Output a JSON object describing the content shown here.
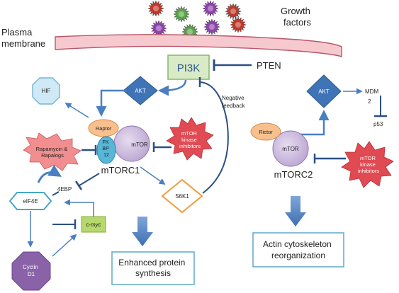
{
  "labels": {
    "growth_factors": [
      "Growth",
      "factors"
    ],
    "plasma_membrane": [
      "Plasma",
      "membrane"
    ],
    "pi3k": "PI3K",
    "pten": "PTEN",
    "akt_left": "AKT",
    "akt_right": "AKT",
    "hif": "HIF",
    "negative_feedback": [
      "Negative",
      "feedback"
    ],
    "raptor": "Raptor",
    "mtor_left": "mTOR",
    "fkbp12": [
      "FK",
      "BP",
      "12"
    ],
    "mtorc1": "mTORC1",
    "mtor_inhibitors_left": [
      "mTOR",
      "kinase",
      "inhibitors"
    ],
    "rapamycin": [
      "Rapamycin &",
      "Rapalogs"
    ],
    "four_ebp": "4EBP",
    "eif4e": "eIF4E",
    "c_myc_prefix": "c-",
    "c_myc_italic": "myc",
    "s6k1": "S6K1",
    "cyclin_d1": [
      "Cyclin",
      "D1"
    ],
    "enhanced_protein": [
      "Enhanced protein",
      "synthesis"
    ],
    "mdm2": [
      "MDM",
      "2"
    ],
    "p53": "p53",
    "rictor": "Rictor",
    "mtor_right": "mTOR",
    "mtorc2": "mTORC2",
    "mtor_inhibitors_right": [
      "mTOR",
      "kinase",
      "inhibitors"
    ],
    "actin": [
      "Actin cytoskeleton",
      "reorganization"
    ]
  },
  "colors": {
    "membrane_fill": "#f6c9cf",
    "membrane_stroke": "#b8566a",
    "pi3k_fill": "#d8ebc6",
    "akt_fill": "#3f74b6",
    "raptor_fill": "#f7c08e",
    "mtor_fill": "#c8b5db",
    "fkbp_fill": "#58b6d8",
    "inhibitor_fill": "#e04a52",
    "rapamycin_fill": "#f28e8f",
    "eif4e_stroke": "#44a8c6",
    "s6k1_stroke": "#f39a3a",
    "myc_fill": "#b7d86c",
    "cyclin_fill": "#8a62a8",
    "hif_fill": "#cfe9f6",
    "arrow_blue": "#4a7fc1",
    "box_stroke": "#5fa9c9"
  },
  "growth_factor_colors": [
    "#c0392b",
    "#5aa64b",
    "#8e44ad",
    "#c0392b",
    "#c0392b",
    "#8e44ad",
    "#5aa64b",
    "#8e44ad"
  ]
}
